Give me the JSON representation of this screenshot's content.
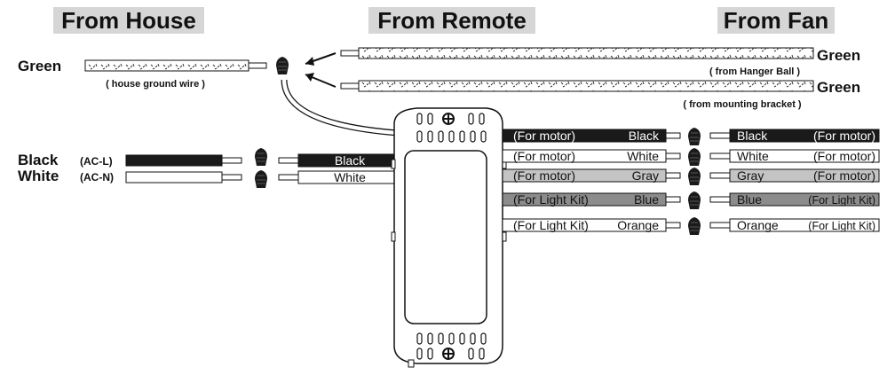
{
  "headers": {
    "house": "From House",
    "remote": "From Remote",
    "fan": "From Fan"
  },
  "house": {
    "green": "Green",
    "ground_note": "( house ground wire )",
    "black": "Black",
    "black_tag": "(AC-L)",
    "white": "White",
    "white_tag": "(AC-N)"
  },
  "fan_ground": {
    "green_top": "Green",
    "hanger_note": "( from Hanger Ball )",
    "green_bottom": "Green",
    "bracket_note": "( from mounting bracket )"
  },
  "remote_input": {
    "black": "Black",
    "white": "White"
  },
  "remote_output": [
    {
      "purpose": "(For motor)",
      "color": "Black"
    },
    {
      "purpose": "(For motor)",
      "color": "White"
    },
    {
      "purpose": "(For motor)",
      "color": "Gray"
    },
    {
      "purpose": "(For Light Kit)",
      "color": "Blue"
    },
    {
      "purpose": "(For Light Kit)",
      "color": "Orange"
    }
  ],
  "fan_wires": [
    {
      "color": "Black",
      "purpose": "(For motor)"
    },
    {
      "color": "White",
      "purpose": "(For motor)"
    },
    {
      "color": "Gray",
      "purpose": "(For motor)"
    },
    {
      "color": "Blue",
      "purpose": "(For Light Kit)"
    },
    {
      "color": "Orange",
      "purpose": "(For Light Kit)"
    }
  ],
  "colors": {
    "black_wire": "#1a1a1a",
    "white_wire": "#ffffff",
    "gray_wire": "#c4c4c4",
    "blue_wire": "#8c8c8c",
    "orange_wire": "#ffffff",
    "header_bg": "#d6d6d6"
  },
  "icons": {
    "wire_nut": "wire-nut-icon",
    "arrow": "arrow-icon",
    "screw": "screw-icon"
  }
}
